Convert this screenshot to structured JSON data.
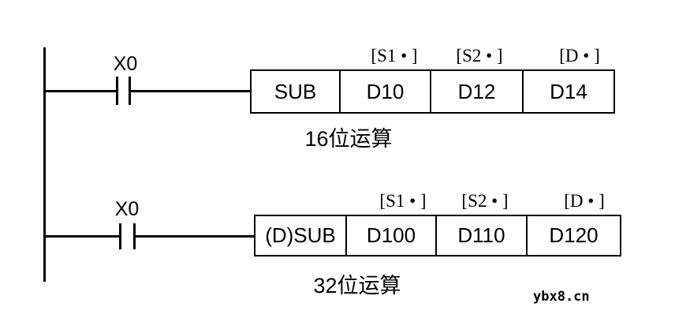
{
  "diagram_type": "plc-ladder-diagram",
  "rungs": [
    {
      "contact": "X0",
      "instruction": "SUB",
      "operand_headers": [
        "[S1 • ]",
        "[S2 • ]",
        "[D • ]"
      ],
      "operands": [
        "D10",
        "D12",
        "D14"
      ],
      "caption": "16位运算"
    },
    {
      "contact": "X0",
      "instruction": "(D)SUB",
      "operand_headers": [
        "[S1 • ]",
        "[S2 • ]",
        "[D • ]"
      ],
      "operands": [
        "D100",
        "D110",
        "D120"
      ],
      "caption": "32位运算"
    }
  ],
  "watermark": {
    "text": "ybx8.cn"
  },
  "colors": {
    "line": "#000000",
    "text": "#000000",
    "background": "#ffffff"
  }
}
